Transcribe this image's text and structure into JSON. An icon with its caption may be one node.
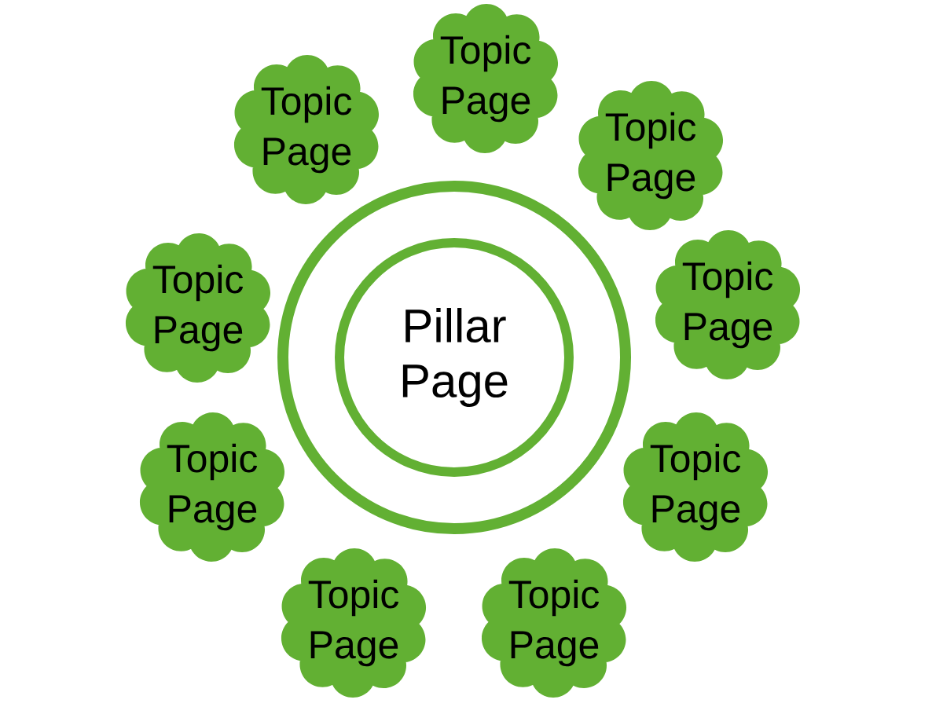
{
  "diagram": {
    "nodes": [
      {
        "text": [],
        "shape": "circle"
      },
      {
        "text": [
          "Pillar Page"
        ],
        "in": 0
      },
      {
        "text": [
          "Topic Page"
        ]
      },
      {
        "text": [
          "Topic Page"
        ]
      },
      {
        "text": [
          "Topic Page"
        ]
      },
      {
        "text": [
          "Topic Page"
        ]
      },
      {
        "text": [
          "Topic Page"
        ]
      },
      {
        "text": [
          "Topic Page"
        ]
      },
      {
        "text": [
          "Topic Page"
        ]
      },
      {
        "text": [
          "Topic Page"
        ]
      },
      {
        "text": [
          "Topic Page"
        ]
      }
    ]
  }
}
